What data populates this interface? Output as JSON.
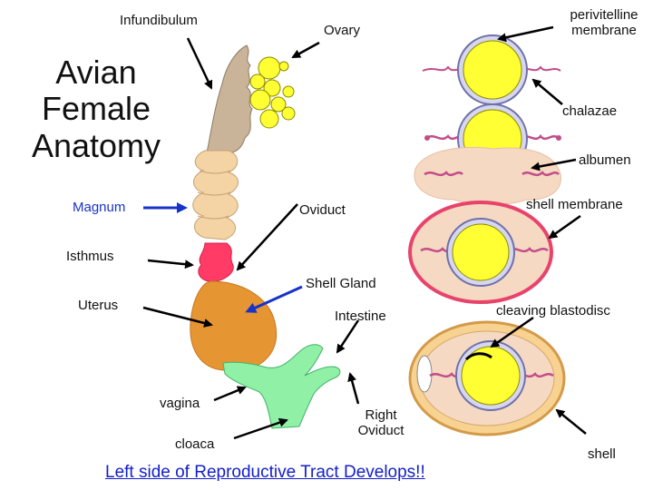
{
  "title_lines": [
    "Avian",
    "Female",
    "Anatomy"
  ],
  "labels": {
    "infundibulum": "Infundibulum",
    "ovary": "Ovary",
    "magnum": "Magnum",
    "oviduct": "Oviduct",
    "isthmus": "Isthmus",
    "shell_gland": "Shell Gland",
    "uterus": "Uterus",
    "intestine": "Intestine",
    "vagina": "vagina",
    "cloaca": "cloaca",
    "right_oviduct_1": "Right",
    "right_oviduct_2": "Oviduct",
    "perivitelline_1": "perivitelline",
    "perivitelline_2": "membrane",
    "chalazae": "chalazae",
    "albumen": "albumen",
    "shell_membrane": "shell membrane",
    "cleaving_blastodisc": "cleaving blastodisc",
    "shell": "shell"
  },
  "footer": "Left side of Reproductive Tract Develops!!",
  "colors": {
    "yolk": "#ffff33",
    "albumen": "#f6d9c2",
    "infundibulum": "#c9b49a",
    "magnum": "#f4d3a4",
    "isthmus": "#ff3b66",
    "uterus": "#e69533",
    "cloaca": "#8ff0a6",
    "shell": "#f7d291",
    "arrow": "#000000",
    "blue_arrow": "#1733c9"
  }
}
